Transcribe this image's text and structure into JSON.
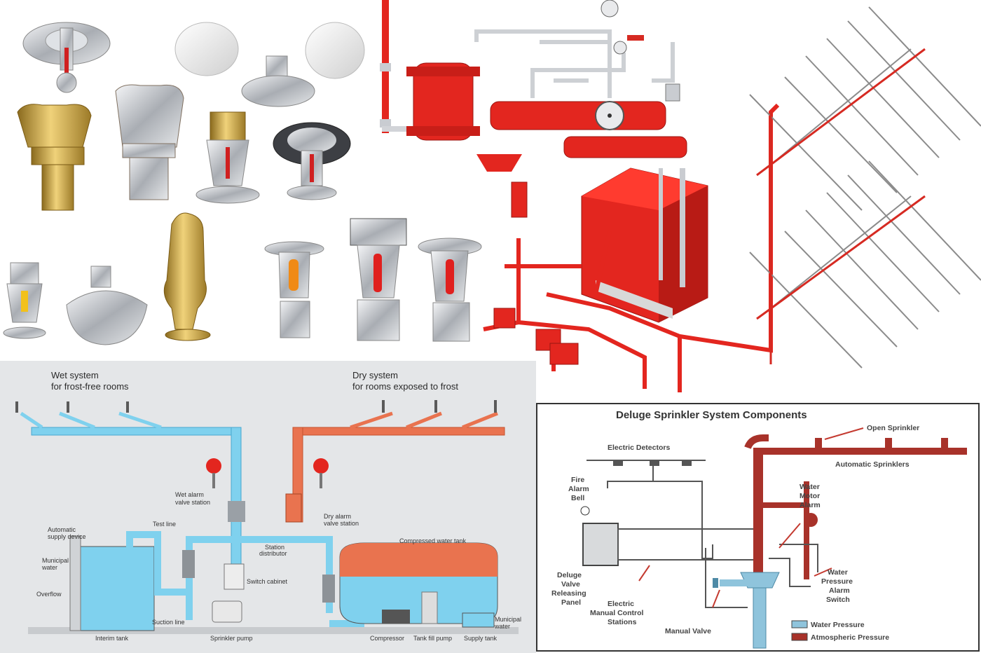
{
  "colors": {
    "red": "#e3261f",
    "dark_red": "#b01e1a",
    "water_blue": "#7fd1ee",
    "pipe_blue": "#52b9e6",
    "dry_orange": "#e9734f",
    "gray_bg": "#e4e6e8",
    "brass": "#c8a54a",
    "chrome": "#c9ccd1",
    "deluge_red": "#a8322a",
    "deluge_blue": "#8fc4dc"
  },
  "wet_dry": {
    "wet_title_1": "Wet system",
    "wet_title_2": "for frost-free rooms",
    "dry_title_1": "Dry system",
    "dry_title_2": "for rooms exposed to frost",
    "wet_alarm_1": "Wet alarm",
    "wet_alarm_2": "valve station",
    "dry_alarm_1": "Dry alarm",
    "dry_alarm_2": "valve station",
    "test_line": "Test line",
    "automatic_supply_1": "Automatic",
    "automatic_supply_2": "supply device",
    "municipal_1": "Municipal",
    "municipal_2": "water",
    "overflow": "Overflow",
    "station_1": "Station",
    "station_2": "distributor",
    "switch_cabinet": "Switch cabinet",
    "compressed_tank": "Compressed water tank",
    "suction_line": "Suction line",
    "interim_tank": "Interim tank",
    "sprinkler_pump": "Sprinkler pump",
    "compressor": "Compressor",
    "tank_fill_pump": "Tank fill pump",
    "supply_tank": "Supply tank",
    "municipal_right_1": "Municipal",
    "municipal_right_2": "water"
  },
  "deluge": {
    "title": "Deluge Sprinkler System Components",
    "open_sprinkler": "Open Sprinkler",
    "automatic_sprinklers": "Automatic Sprinklers",
    "electric_detectors": "Electric Detectors",
    "fire_alarm_bell_1": "Fire",
    "fire_alarm_bell_2": "Alarm",
    "fire_alarm_bell_3": "Bell",
    "water_motor_1": "Water",
    "water_motor_2": "Motor",
    "water_motor_3": "Alarm",
    "water_pressure_switch_1": "Water",
    "water_pressure_switch_2": "Pressure",
    "water_pressure_switch_3": "Alarm",
    "water_pressure_switch_4": "Switch",
    "deluge_panel_1": "Deluge",
    "deluge_panel_2": "Valve",
    "deluge_panel_3": "Releasing",
    "deluge_panel_4": "Panel",
    "electric_manual_1": "Electric",
    "electric_manual_2": "Manual Control",
    "electric_manual_3": "Stations",
    "manual_valve": "Manual Valve",
    "legend_water": "Water Pressure",
    "legend_atm": "Atmospheric Pressure"
  },
  "icons": [
    "sprinkler-head-icon",
    "valve-icon",
    "alarm-bell-icon",
    "pump-icon",
    "tank-icon"
  ]
}
